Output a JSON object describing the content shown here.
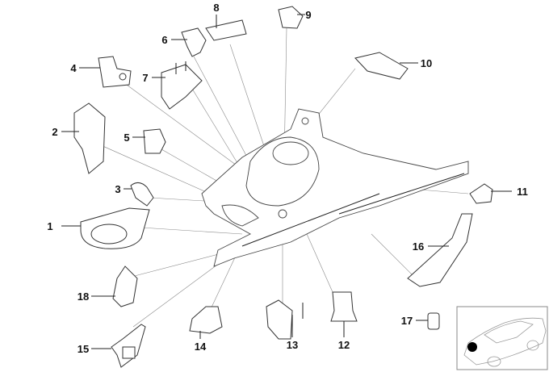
{
  "diagram": {
    "labels": [
      "1",
      "2",
      "3",
      "4",
      "5",
      "6",
      "7",
      "8",
      "9",
      "10",
      "11",
      "12",
      "13",
      "14",
      "15",
      "16",
      "17",
      "18"
    ]
  },
  "thumbnail": {
    "marker_color": "#000000"
  }
}
